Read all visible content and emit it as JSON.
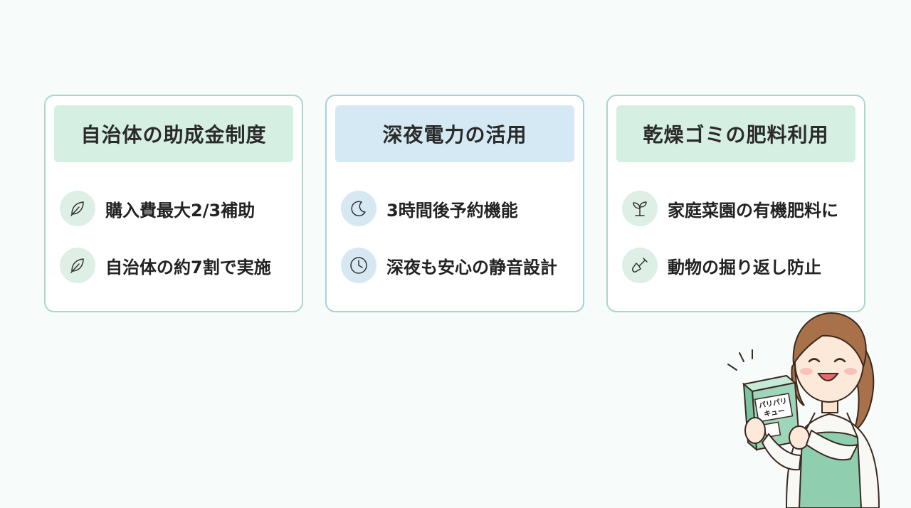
{
  "cards": [
    {
      "title": "自治体の助成金制度",
      "items": [
        {
          "icon": "leaf-icon",
          "text": "購入費最大2/3補助"
        },
        {
          "icon": "leaf-icon",
          "text": "自治体の約7割で実施"
        }
      ]
    },
    {
      "title": "深夜電力の活用",
      "items": [
        {
          "icon": "moon-icon",
          "text": "3時間後予約機能"
        },
        {
          "icon": "clock-icon",
          "text": "深夜も安心の静音設計"
        }
      ]
    },
    {
      "title": "乾燥ゴミの肥料利用",
      "items": [
        {
          "icon": "sprout-icon",
          "text": "家庭菜園の有機肥料に"
        },
        {
          "icon": "shovel-icon",
          "text": "動物の掘り返し防止"
        }
      ]
    }
  ],
  "mascot": {
    "box_label_line1": "パリパリ",
    "box_label_line2": "キュー"
  },
  "colors": {
    "background": "#f7fbfa",
    "green_border": "#a9d8c6",
    "green_header": "#d6efe3",
    "blue_border": "#a6cfe0",
    "blue_header": "#d4e9f3"
  }
}
